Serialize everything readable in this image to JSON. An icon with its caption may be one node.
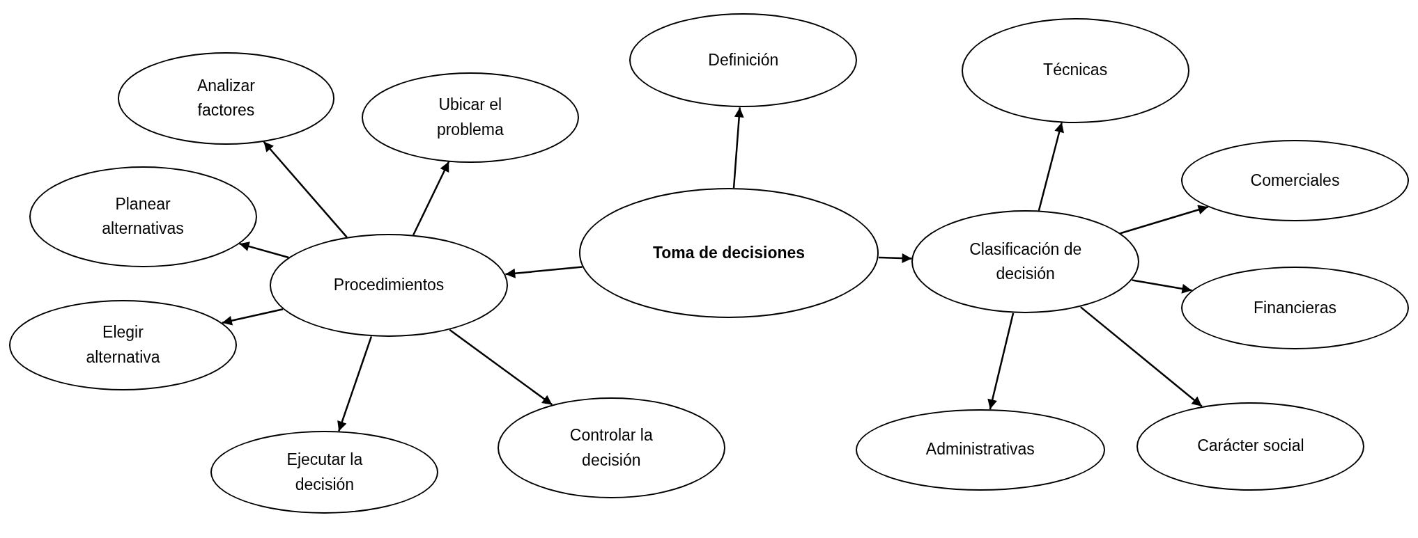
{
  "diagram": {
    "nodes": [
      {
        "text": [
          "Toma de decisiones"
        ]
      },
      {
        "text": [
          "Definición"
        ]
      },
      {
        "text": [
          "Procedimientos"
        ]
      },
      {
        "text": [
          "Analizar factores"
        ]
      },
      {
        "text": [
          "Ubicar el problema"
        ]
      },
      {
        "text": [
          "Planear alternativas"
        ]
      },
      {
        "text": [
          "Elegir alternativa"
        ]
      },
      {
        "text": [
          "Ejecutar la decisión"
        ]
      },
      {
        "text": [
          "Controlar la decisión"
        ]
      },
      {
        "text": [
          "Clasificación de decisión"
        ]
      },
      {
        "text": [
          "Técnicas"
        ]
      },
      {
        "text": [
          "Comerciales"
        ]
      },
      {
        "text": [
          "Financieras"
        ]
      },
      {
        "text": [
          "Administrativas"
        ]
      },
      {
        "text": [
          "Carácter social"
        ]
      }
    ],
    "edges": [
      {
        "from": 0,
        "to": 1,
        "arrow": "to"
      },
      {
        "from": 0,
        "to": 2,
        "arrow": "to"
      },
      {
        "from": 0,
        "to": 9,
        "arrow": "to"
      },
      {
        "from": 2,
        "to": 3,
        "arrow": "to"
      },
      {
        "from": 2,
        "to": 4,
        "arrow": "to"
      },
      {
        "from": 2,
        "to": 5,
        "arrow": "to"
      },
      {
        "from": 2,
        "to": 6,
        "arrow": "to"
      },
      {
        "from": 2,
        "to": 7,
        "arrow": "to"
      },
      {
        "from": 2,
        "to": 8,
        "arrow": "to"
      },
      {
        "from": 9,
        "to": 10,
        "arrow": "to"
      },
      {
        "from": 9,
        "to": 11,
        "arrow": "to"
      },
      {
        "from": 9,
        "to": 12,
        "arrow": "to"
      },
      {
        "from": 9,
        "to": 13,
        "arrow": "to"
      },
      {
        "from": 9,
        "to": 14,
        "arrow": "to"
      }
    ]
  }
}
